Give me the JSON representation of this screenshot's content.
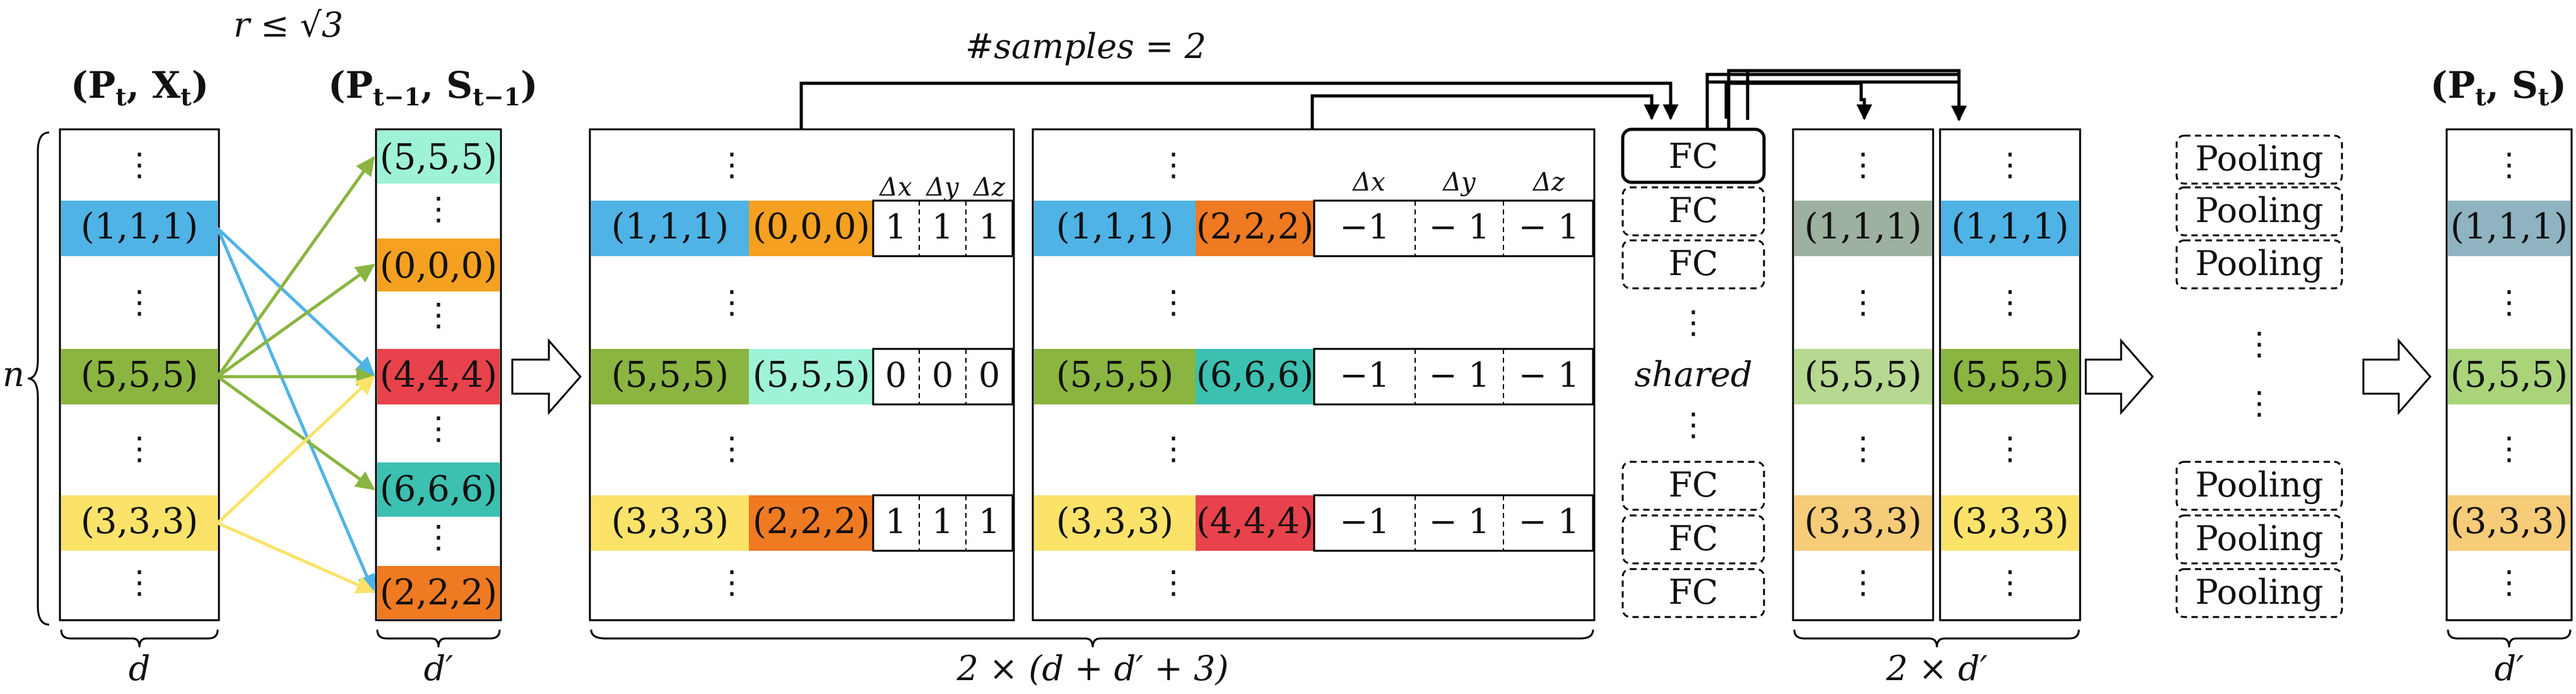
{
  "labels": {
    "r_condition": "r ≤ √3",
    "samples": "#samples = 2",
    "in_header": "(Pt, Xt)",
    "nb_header": "(Pt−1, St−1)",
    "out_header": "(Pt, St)",
    "n": "n",
    "d": "d",
    "d_prime": "d′",
    "concat_dim": "2 × (d + d′ + 3)",
    "fc_dim": "2 × d′",
    "out_dim": "d′",
    "shared": "shared",
    "ellipsis": "⋮"
  },
  "headers": {
    "in": {
      "main": "(P",
      "s1": "t",
      "mid": ", X",
      "s2": "t",
      "end": ")"
    },
    "nb": {
      "main": "(P",
      "s1": "t−1",
      "mid": ", S",
      "s2": "t−1",
      "end": ")"
    },
    "out": {
      "main": "(P",
      "s1": "t",
      "mid": ", S",
      "s2": "t",
      "end": ")"
    }
  },
  "input_points": [
    "(1,1,1)",
    "(5,5,5)",
    "(3,3,3)"
  ],
  "neighbor_points": [
    "(5,5,5)",
    "(0,0,0)",
    "(4,4,4)",
    "(6,6,6)",
    "(2,2,2)"
  ],
  "sample1": {
    "neighbors": [
      "(0,0,0)",
      "(5,5,5)",
      "(2,2,2)"
    ],
    "offsets": [
      [
        "1",
        "1",
        "1"
      ],
      [
        "0",
        "0",
        "0"
      ],
      [
        "1",
        "1",
        "1"
      ]
    ],
    "offset_headers": [
      "Δx",
      "Δy",
      "Δz"
    ]
  },
  "sample2": {
    "neighbors": [
      "(2,2,2)",
      "(6,6,6)",
      "(4,4,4)"
    ],
    "offsets": [
      [
        "−1",
        "− 1",
        "− 1"
      ],
      [
        "−1",
        "− 1",
        "− 1"
      ],
      [
        "−1",
        "− 1",
        "− 1"
      ]
    ],
    "offset_headers": [
      "Δx",
      "Δy",
      "Δz"
    ]
  },
  "fc_label": "FC",
  "pooling_label": "Pooling",
  "colors": {
    "blue": "#4fb3e6",
    "green": "#8ab540",
    "yellow": "#fbe36a",
    "mint": "#9ef2d8",
    "orange": "#f5a020",
    "red": "#e8424c",
    "teal": "#3cc0b0",
    "dark_orange": "#ef7a22",
    "faded_gray": "#9eb0a0",
    "faded_green": "#b7d890",
    "faded_orange": "#f6cc78",
    "steel": "#8fb3c0",
    "light_green": "#a9d47a"
  }
}
